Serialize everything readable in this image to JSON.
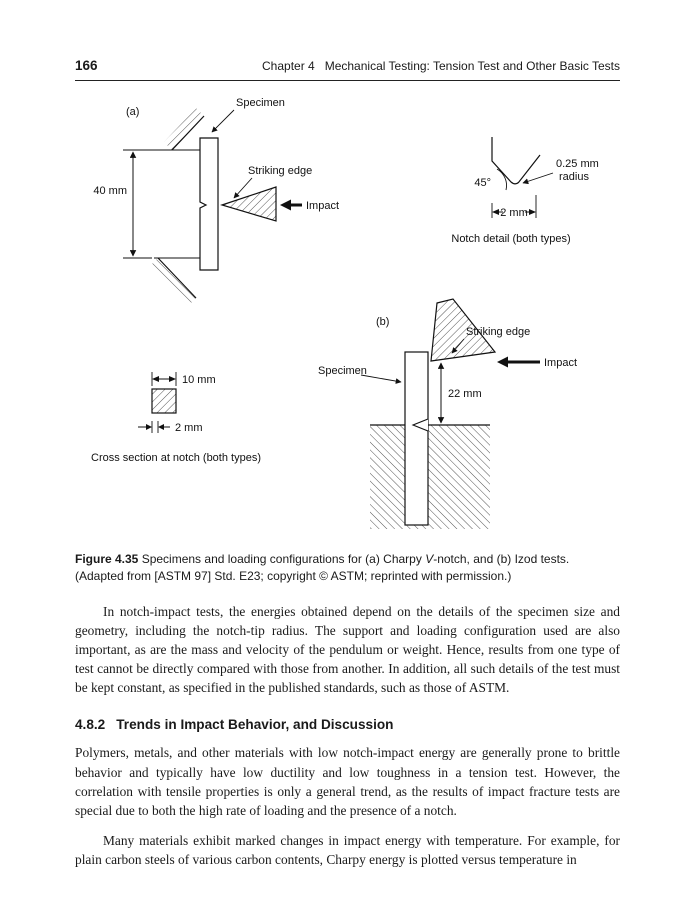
{
  "header": {
    "page_number": "166",
    "chapter_title": "Chapter 4   Mechanical Testing: Tension Test and Other Basic Tests"
  },
  "figure": {
    "labels": {
      "part_a": "(a)",
      "part_b": "(b)",
      "specimen_a": "Specimen",
      "striking_edge_a": "Striking edge",
      "impact_a": "Impact",
      "dim_40mm": "40 mm",
      "angle_45": "45°",
      "radius_line1": "0.25 mm",
      "radius_line2": "radius",
      "dim_2mm_notch": "2 mm",
      "notch_caption": "Notch detail (both types)",
      "dim_10mm": "10 mm",
      "dim_2mm_cross": "2 mm",
      "cross_caption": "Cross section at notch (both types)",
      "striking_edge_b": "Striking edge",
      "impact_b": "Impact",
      "specimen_b": "Specimen",
      "dim_22mm": "22 mm"
    },
    "caption": {
      "label": "Figure 4.35",
      "part1": " Specimens and loading configurations for (a) Charpy ",
      "italic_v": "V",
      "part2": "-notch, and (b) Izod tests. (Adapted from [ASTM 97] Std. E23; copyright © ASTM; reprinted with permission.)"
    }
  },
  "body": {
    "para1": "In notch-impact tests, the energies obtained depend on the details of the specimen size and geometry, including the notch-tip radius. The support and loading configuration used are also important, as are the mass and velocity of the pendulum or weight. Hence, results from one type of test cannot be directly compared with those from another. In addition, all such details of the test must be kept constant, as specified in the published standards, such as those of ASTM.",
    "heading_number": "4.8.2",
    "heading_text": "Trends in Impact Behavior, and Discussion",
    "para2": "Polymers, metals, and other materials with low notch-impact energy are generally prone to brittle behavior and typically have low ductility and low toughness in a tension test. However, the correlation with tensile properties is only a general trend, as the results of impact fracture tests are special due to both the high rate of loading and the presence of a notch.",
    "para3": "Many materials exhibit marked changes in impact energy with temperature. For example, for plain carbon steels of various carbon contents, Charpy energy is plotted versus temperature in"
  }
}
